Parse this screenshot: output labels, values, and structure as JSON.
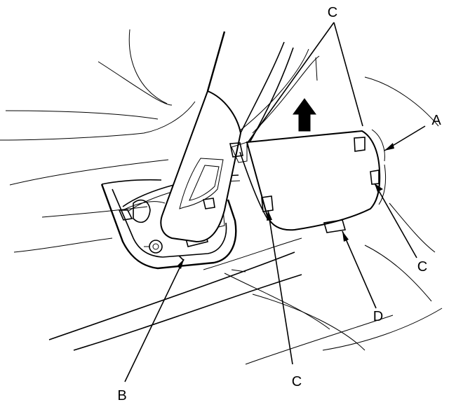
{
  "callouts": {
    "a": "A",
    "b": "B",
    "c_top": "C",
    "c_right": "C",
    "c_bottom": "C",
    "d": "D"
  },
  "icons": {
    "direction_arrow": "up-arrow-icon"
  }
}
